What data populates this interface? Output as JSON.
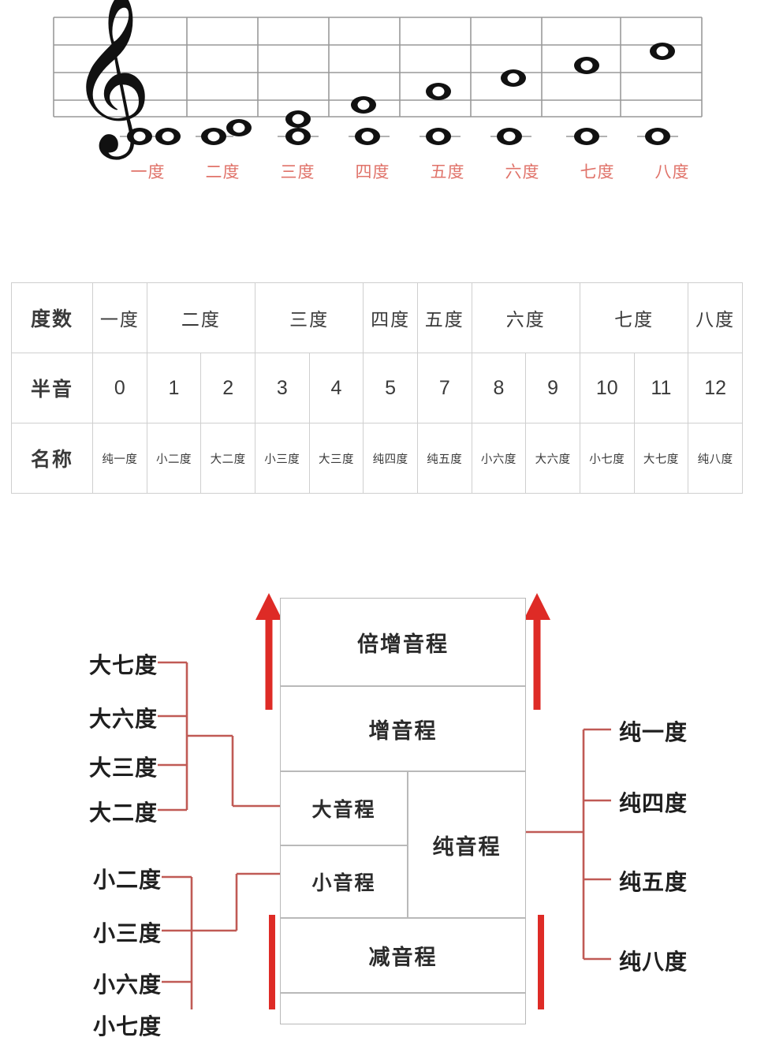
{
  "staff": {
    "clef": "treble-clef",
    "measures": [
      {
        "label": "一度",
        "top_note_step": 0
      },
      {
        "label": "二度",
        "top_note_step": 1
      },
      {
        "label": "三度",
        "top_note_step": 2
      },
      {
        "label": "四度",
        "top_note_step": 3
      },
      {
        "label": "五度",
        "top_note_step": 4
      },
      {
        "label": "六度",
        "top_note_step": 5
      },
      {
        "label": "七度",
        "top_note_step": 6
      },
      {
        "label": "八度",
        "top_note_step": 7
      }
    ]
  },
  "table": {
    "rows": {
      "degree_label": "度数",
      "semitone_label": "半音",
      "name_label": "名称"
    },
    "degrees": [
      {
        "label": "一度",
        "span": 1
      },
      {
        "label": "二度",
        "span": 2
      },
      {
        "label": "三度",
        "span": 2
      },
      {
        "label": "四度",
        "span": 1
      },
      {
        "label": "五度",
        "span": 1
      },
      {
        "label": "六度",
        "span": 2
      },
      {
        "label": "七度",
        "span": 2
      },
      {
        "label": "八度",
        "span": 1
      }
    ],
    "semitones": [
      "0",
      "1",
      "2",
      "3",
      "4",
      "5",
      "7",
      "8",
      "9",
      "10",
      "11",
      "12"
    ],
    "names": [
      "纯一度",
      "小二度",
      "大二度",
      "小三度",
      "大三度",
      "纯四度",
      "纯五度",
      "小六度",
      "大六度",
      "小七度",
      "大七度",
      "纯八度"
    ]
  },
  "classification": {
    "boxes": {
      "doubly_augmented": "倍增音程",
      "augmented": "增音程",
      "major": "大音程",
      "minor": "小音程",
      "perfect": "纯音程",
      "diminished": "减音程"
    },
    "major_members": [
      "大七度",
      "大六度",
      "大三度",
      "大二度"
    ],
    "minor_members": [
      "小二度",
      "小三度",
      "小六度",
      "小七度"
    ],
    "perfect_members": [
      "纯一度",
      "纯四度",
      "纯五度",
      "纯八度"
    ]
  },
  "colors": {
    "degree_label_red": "#e0736a",
    "arrow_red": "#de2b26",
    "bracket_red": "#c05a55",
    "grid_gray": "#b9b9b9",
    "text_dark": "#2b2b2b"
  }
}
